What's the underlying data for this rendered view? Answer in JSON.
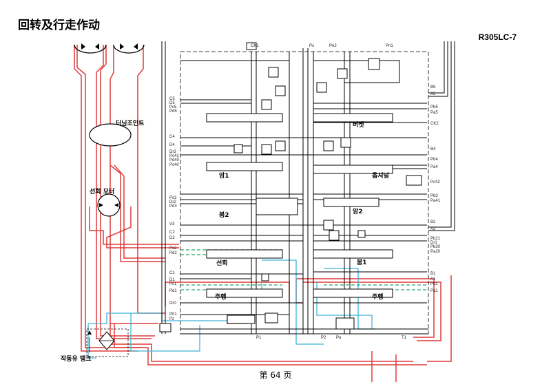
{
  "header": {
    "title": "回转及行走作动",
    "model": "R305LC-7"
  },
  "footer": {
    "page": "第 64 页"
  },
  "diagram": {
    "components": {
      "turning_joint": "터닝조인트",
      "swing_motor": "선회 모터",
      "tank": "작동유 탱크"
    },
    "spools": {
      "bucket": "버켓",
      "boom1": "붐1",
      "boom2": "붐2",
      "arm1": "암1",
      "arm2": "암2",
      "option": "옵셔널",
      "swing": "선회",
      "travel_left": "주행",
      "travel_right": "주행"
    },
    "ports_left": [
      "C5",
      "D5",
      "Pc5",
      "Pd5",
      "C4",
      "D4",
      "Dr3",
      "Pc41",
      "Pd40",
      "Pc40",
      "Pc3",
      "Dr2",
      "Pd3",
      "V3",
      "C2",
      "D2",
      "Pc2",
      "Pd2",
      "C1",
      "D1",
      "Pc1",
      "Pd1",
      "Dr0",
      "P01",
      "Pz"
    ],
    "ports_right": [
      "B5",
      "A5",
      "Pb5",
      "Pa5",
      "CK2",
      "B4",
      "Pb4",
      "Pa4",
      "Pc42",
      "Pb3",
      "Pa41",
      "B2",
      "A2",
      "Pb21",
      "Dr1",
      "Pb20",
      "Pa20",
      "B1",
      "A1",
      "Pb1",
      "Pa1"
    ],
    "ports_top": [
      "CK1",
      "Ps",
      "Pn2",
      "Pn1"
    ],
    "ports_bottom": [
      "P1",
      "P2",
      "Pu",
      "T1"
    ]
  }
}
